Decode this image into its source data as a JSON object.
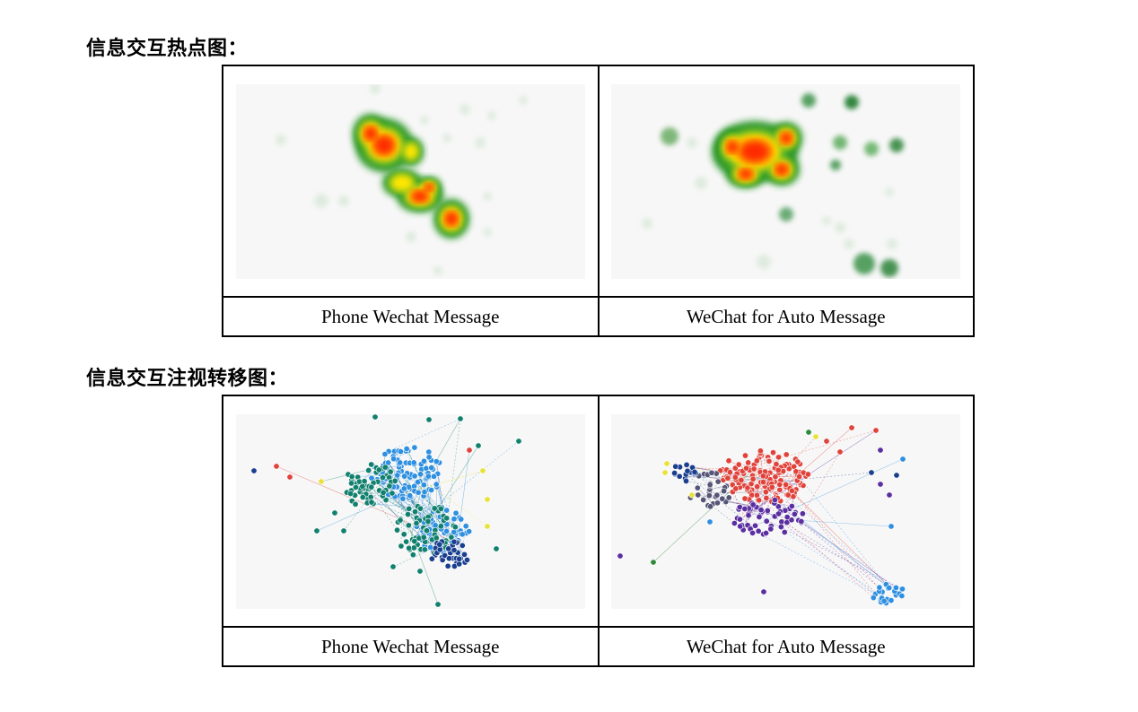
{
  "sections": [
    {
      "title": "信息交互热点图：",
      "panels": [
        {
          "caption": "Phone Wechat Message",
          "figure": "heatmap-phone"
        },
        {
          "caption": "WeChat for Auto Message",
          "figure": "heatmap-auto"
        }
      ]
    },
    {
      "title": "信息交互注视转移图：",
      "panels": [
        {
          "caption": "Phone Wechat Message",
          "figure": "gaze-network-phone"
        },
        {
          "caption": "WeChat for Auto Message",
          "figure": "gaze-network-auto"
        }
      ]
    }
  ],
  "colors": {
    "heat_hot": "#ff2a00",
    "heat_mid": "#ffe600",
    "heat_cool": "#1a8f1a",
    "node_blue": "#2f8fe0",
    "node_teal": "#12806e",
    "node_navy": "#1b3f8f",
    "node_red": "#e0433b",
    "node_purple": "#5b2fa0",
    "node_yellow": "#e8e23a",
    "node_green": "#2e8b3c"
  }
}
